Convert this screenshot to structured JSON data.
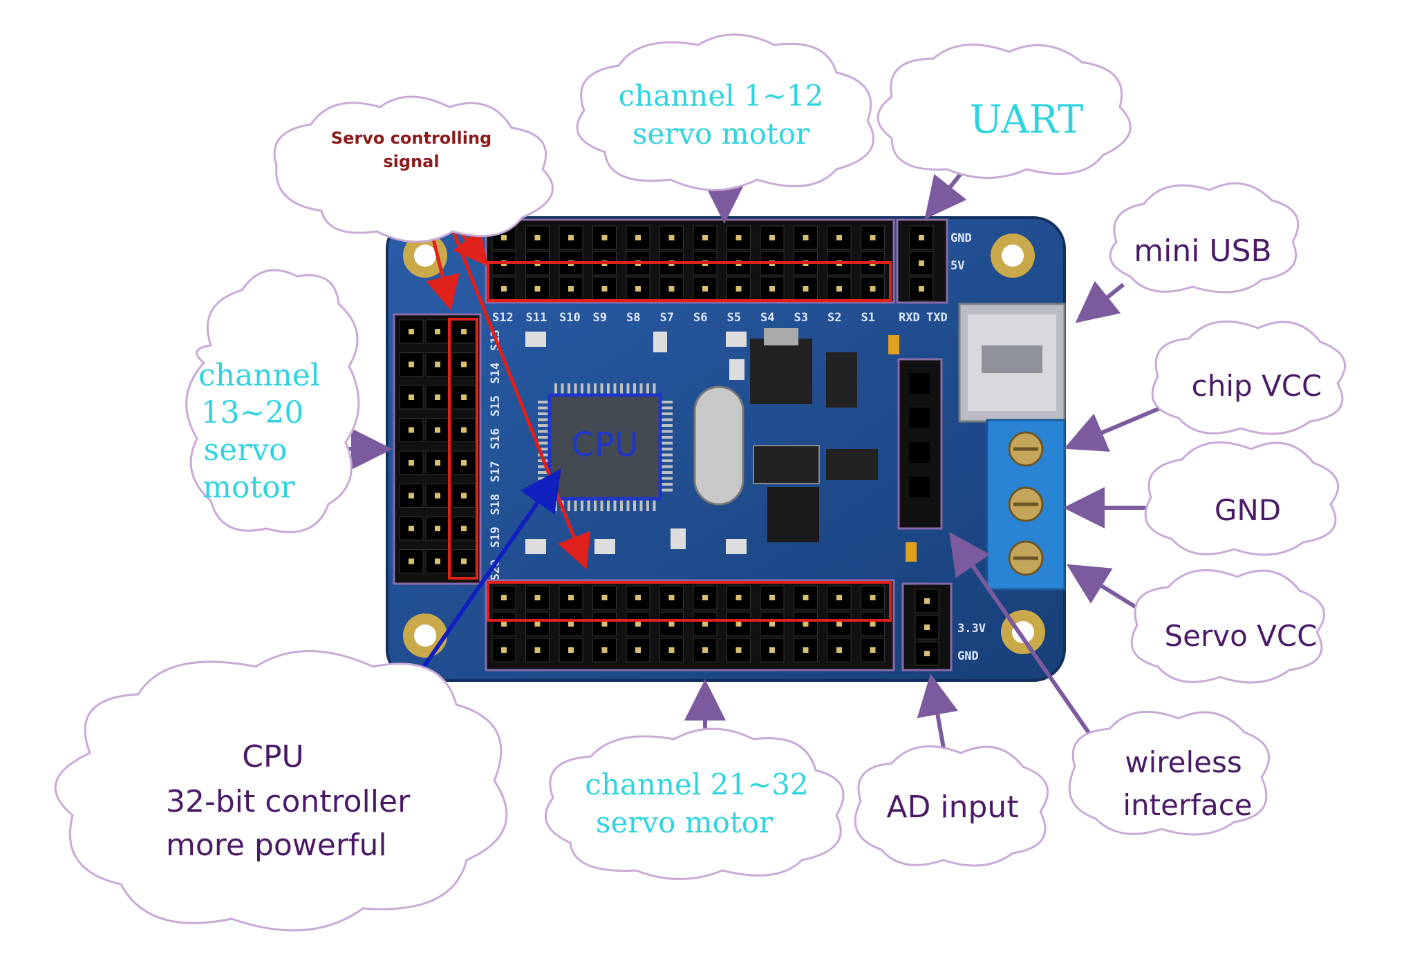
{
  "board": {
    "cpu_chip_label": "CPU",
    "silkscreen_top": [
      "S12",
      "S11",
      "S10",
      "S9",
      "S8",
      "S7",
      "S6",
      "S5",
      "S4",
      "S3",
      "S2",
      "S1"
    ],
    "silkscreen_left": [
      "S13",
      "S14",
      "S15",
      "S16",
      "S17",
      "S18",
      "S19",
      "S20"
    ],
    "uart_pins": [
      "RXD",
      "TXD"
    ],
    "power_pins": [
      "GND",
      "5V"
    ],
    "ad_pins": [
      "3.3V",
      "GND"
    ]
  },
  "labels": {
    "servo_signal": "Servo controlling signal",
    "channel_1_12": [
      "channel 1~12",
      "servo motor"
    ],
    "uart": "UART",
    "mini_usb": "mini USB",
    "chip_vcc": "chip VCC",
    "gnd": "GND",
    "servo_vcc": "Servo VCC",
    "channel_13_20": [
      "channel",
      "13~20",
      "servo",
      "motor"
    ],
    "cpu_desc": [
      "CPU",
      "32-bit controller",
      "more powerful"
    ],
    "channel_21_32": [
      "channel 21~32",
      "servo motor"
    ],
    "ad_input": "AD input",
    "wireless": [
      "wireless",
      "interface"
    ]
  },
  "colors": {
    "board": "#1f4d8f",
    "callout_text_cyan": "#2fd3e0",
    "callout_text_purple": "#4a1a66",
    "cloud_stroke": "#c9a9d6",
    "arrow": "#7b5a9e",
    "signal_arrow": "#e0201a",
    "cpu_arrow": "#1020c0"
  }
}
